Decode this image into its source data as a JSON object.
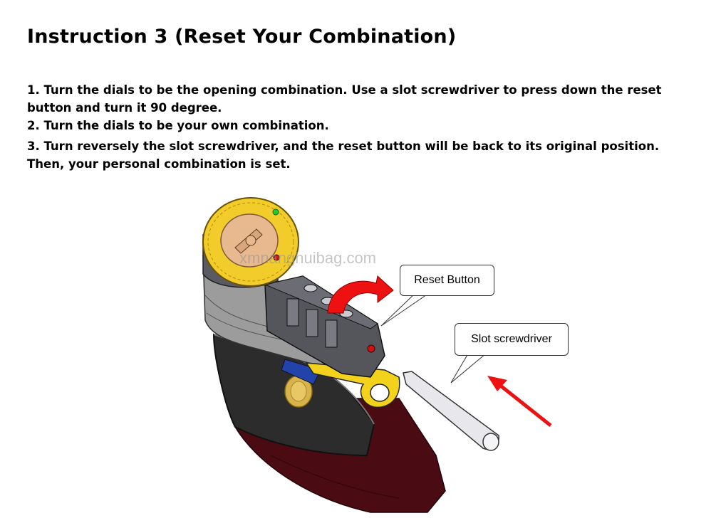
{
  "title": "Instruction 3  (Reset Your Combination)",
  "steps": {
    "step1": "1. Turn the dials to be the opening combination.  Use a slot screwdriver to press down the reset button and turn it 90 degree.",
    "step2": "2. Turn the dials to be your own combination.",
    "step3": "3. Turn reversely the slot screwdriver, and the reset button will be back to its original position. Then, your personal combination is set."
  },
  "callouts": {
    "reset_button": "Reset Button",
    "slot_screwdriver": "Slot screwdriver"
  },
  "watermark": "xmnanghuibag.com",
  "colors": {
    "dial_yellow": "#f2cc2a",
    "dial_center": "#e8b88e",
    "lock_body": "#4f4f57",
    "bag_black": "#2a2a2a",
    "bag_maroon": "#4a0c12",
    "arrow_red": "#ee1111",
    "indicator_green": "#22cc22",
    "indicator_red": "#cc1111"
  }
}
